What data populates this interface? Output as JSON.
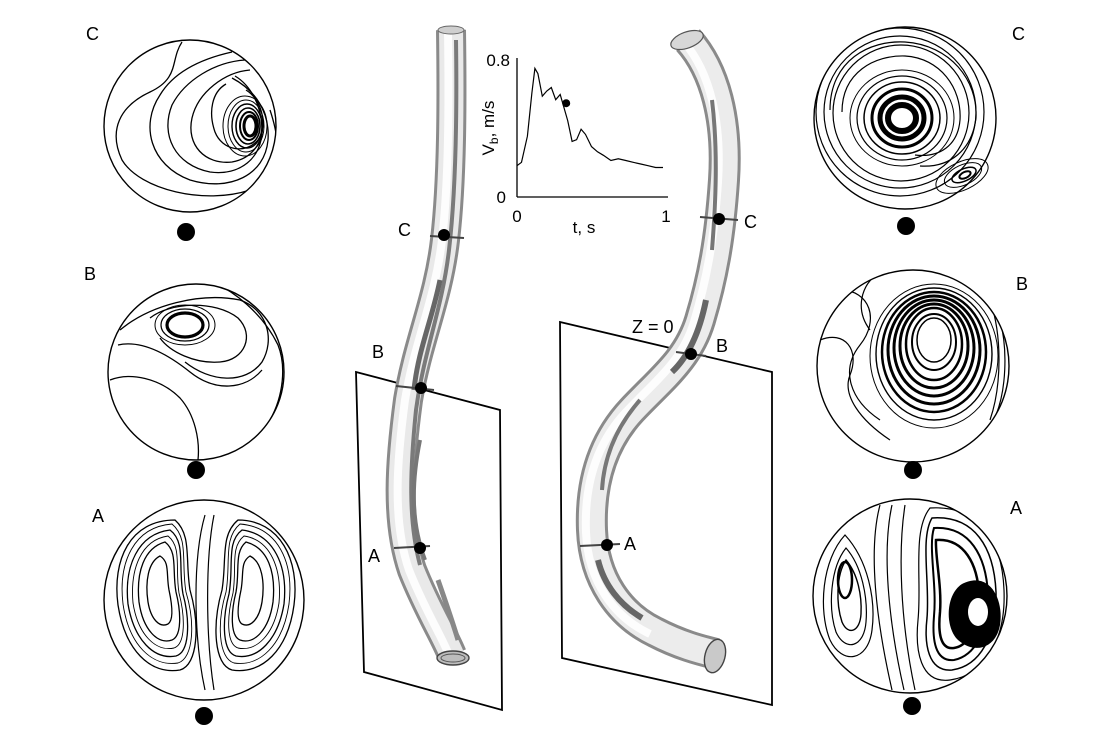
{
  "sections": {
    "left": [
      {
        "label": "C",
        "pattern": "swirl-single"
      },
      {
        "label": "B",
        "pattern": "swirl-ring"
      },
      {
        "label": "A",
        "pattern": "double-vortex"
      }
    ],
    "right": [
      {
        "label": "C",
        "pattern": "swirl-with-secondary"
      },
      {
        "label": "B",
        "pattern": "dense-ring"
      },
      {
        "label": "A",
        "pattern": "double-vortex-dense"
      }
    ]
  },
  "vessel_left": {
    "markers": [
      "C",
      "B",
      "A"
    ]
  },
  "vessel_right": {
    "markers": [
      "C",
      "B",
      "A"
    ],
    "plane_label": "Z = 0"
  },
  "chart_data": {
    "type": "line",
    "xlabel": "t, s",
    "ylabel": "V",
    "ylabel_sub": "b",
    "ylabel_unit": ", m/s",
    "x_ticks": [
      "0",
      "1"
    ],
    "y_ticks": [
      "0",
      "0.8"
    ],
    "xlim": [
      0,
      1
    ],
    "ylim": [
      0,
      0.8
    ],
    "x": [
      0.0,
      0.03,
      0.07,
      0.1,
      0.12,
      0.14,
      0.17,
      0.2,
      0.23,
      0.26,
      0.29,
      0.31,
      0.34,
      0.37,
      0.4,
      0.43,
      0.46,
      0.5,
      0.54,
      0.58,
      0.63,
      0.68,
      0.73,
      0.78,
      0.83,
      0.88,
      0.93,
      0.98
    ],
    "y": [
      0.18,
      0.2,
      0.35,
      0.6,
      0.74,
      0.71,
      0.58,
      0.61,
      0.63,
      0.56,
      0.59,
      0.53,
      0.44,
      0.32,
      0.33,
      0.39,
      0.36,
      0.29,
      0.26,
      0.24,
      0.21,
      0.22,
      0.21,
      0.2,
      0.19,
      0.18,
      0.17,
      0.17
    ],
    "marker": {
      "x": 0.33,
      "y": 0.54
    }
  }
}
